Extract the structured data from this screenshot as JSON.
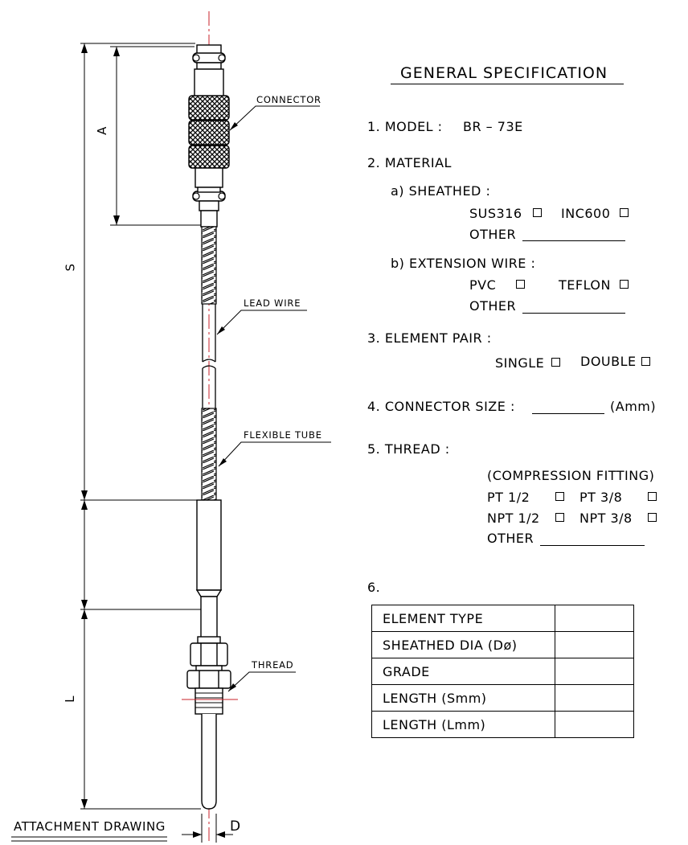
{
  "title": "GENERAL SPECIFICATION",
  "drawing": {
    "callouts": {
      "connector": "CONNECTOR",
      "lead_wire": "LEAD WIRE",
      "flexible_tube": "FLEXIBLE TUBE",
      "thread": "THREAD"
    },
    "dimensions": {
      "a": "A",
      "s": "S",
      "l": "L",
      "d": "D"
    },
    "footer": "ATTACHMENT DRAWING"
  },
  "spec": {
    "model": {
      "label": "1. MODEL :",
      "value": "BR – 73E"
    },
    "material": {
      "label": "2. MATERIAL",
      "sheathed": {
        "label": "a) SHEATHED :",
        "options": [
          "SUS316",
          "INC600"
        ],
        "other": "OTHER"
      },
      "extension_wire": {
        "label": "b) EXTENSION WIRE :",
        "options": [
          "PVC",
          "TEFLON"
        ],
        "other": "OTHER"
      }
    },
    "element_pair": {
      "label": "3. ELEMENT PAIR :",
      "options": [
        "SINGLE",
        "DOUBLE"
      ]
    },
    "connector_size": {
      "label": "4. CONNECTOR SIZE :",
      "unit": "(Amm)"
    },
    "thread": {
      "label": "5. THREAD :",
      "note": "(COMPRESSION FITTING)",
      "options": [
        "PT 1/2",
        "PT 3/8",
        "NPT 1/2",
        "NPT 3/8"
      ],
      "other": "OTHER"
    },
    "table": {
      "number": "6.",
      "rows": [
        "ELEMENT TYPE",
        "SHEATHED DIA (Dø)",
        "GRADE",
        "LENGTH (Smm)",
        "LENGTH (Lmm)"
      ]
    }
  }
}
